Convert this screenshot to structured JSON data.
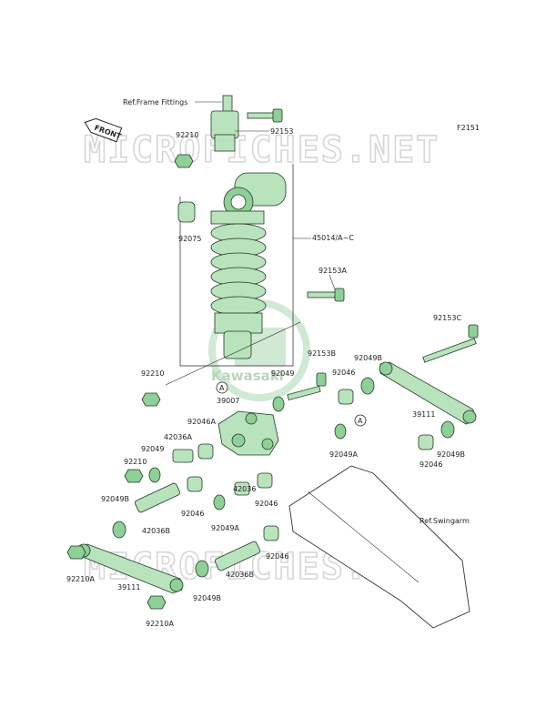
{
  "figure_code": "F2151",
  "watermark": "MICROFICHES.NET",
  "brand_watermark": "Kawasaki",
  "front_label": "FRONT",
  "ref_labels": {
    "frame_fittings": "Ref.Frame Fittings",
    "swingarm": "Ref.Swingarm"
  },
  "callout_marker": "A",
  "parts": {
    "p92210_top": "92210",
    "p92153_top": "92153",
    "p92075": "92075",
    "p45014": "45014/A~C",
    "p92153A": "92153A",
    "p92153C": "92153C",
    "p92210_mid": "92210",
    "p92153B": "92153B",
    "p92049_mid": "92049",
    "p92046_a": "92046",
    "p92049B_a": "92049B",
    "p39007": "39007",
    "p39111_r": "39111",
    "p92046A": "92046A",
    "p42036A": "42036A",
    "p92049_l": "92049",
    "p92210_l": "92210",
    "p92049A_r": "92049A",
    "p92049B_r": "92049B",
    "p92046_r": "92046",
    "p92049B_l": "92049B",
    "p92046_b": "92046",
    "p42036": "42036",
    "p92046_c": "92046",
    "p42036B_l": "42036B",
    "p92049A_c": "92049A",
    "p92210A_l": "92210A",
    "p92046_d": "92046",
    "p42036B_c": "42036B",
    "p39111_l": "39111",
    "p92049B_b": "92049B",
    "p92210A_b": "92210A"
  }
}
